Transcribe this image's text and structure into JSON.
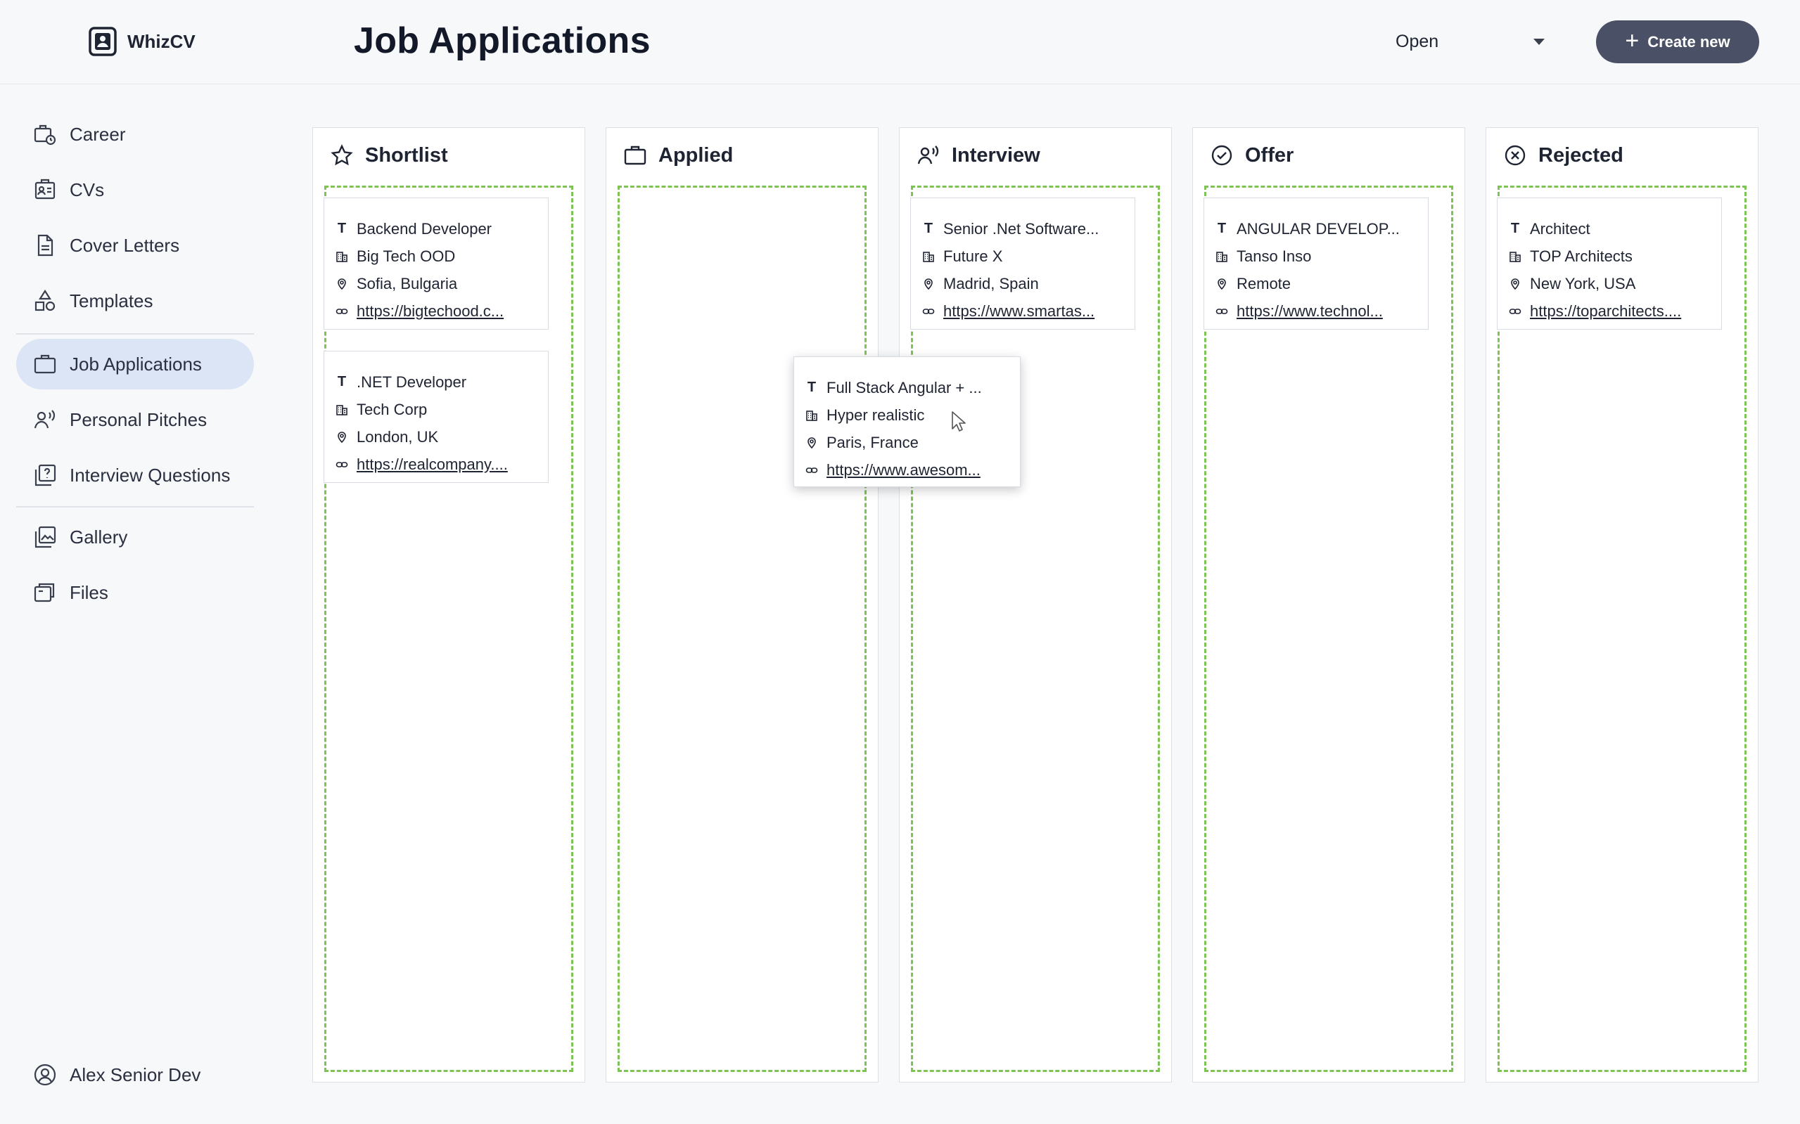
{
  "app": {
    "name": "WhizCV"
  },
  "header": {
    "title": "Job Applications",
    "status_filter": "Open",
    "create_label": "Create new"
  },
  "sidebar": {
    "items": [
      {
        "label": "Career",
        "icon": "career-icon"
      },
      {
        "label": "CVs",
        "icon": "cv-icon"
      },
      {
        "label": "Cover Letters",
        "icon": "document-icon"
      },
      {
        "label": "Templates",
        "icon": "shapes-icon"
      },
      {
        "label": "Job Applications",
        "icon": "briefcase-icon",
        "active": true
      },
      {
        "label": "Personal Pitches",
        "icon": "speaking-person-icon"
      },
      {
        "label": "Interview Questions",
        "icon": "question-icon"
      },
      {
        "label": "Gallery",
        "icon": "gallery-icon"
      },
      {
        "label": "Files",
        "icon": "files-icon"
      }
    ],
    "user": "Alex Senior Dev"
  },
  "columns": [
    {
      "title": "Shortlist",
      "icon": "star-icon",
      "cards": [
        {
          "title": "Backend Developer",
          "company": "Big Tech OOD",
          "location": "Sofia, Bulgaria",
          "url": "https://bigtechood.c..."
        },
        {
          "title": ".NET Developer",
          "company": "Tech Corp",
          "location": "London, UK",
          "url": "https://realcompany...."
        }
      ]
    },
    {
      "title": "Applied",
      "icon": "briefcase-icon",
      "cards": []
    },
    {
      "title": "Interview",
      "icon": "speaking-person-icon",
      "cards": [
        {
          "title": "Senior .Net Software...",
          "company": "Future X",
          "location": "Madrid, Spain",
          "url": "https://www.smartas..."
        }
      ]
    },
    {
      "title": "Offer",
      "icon": "check-circle-icon",
      "cards": [
        {
          "title": "ANGULAR DEVELOP...",
          "company": "Tanso Inso",
          "location": "Remote",
          "url": "https://www.technol..."
        }
      ]
    },
    {
      "title": "Rejected",
      "icon": "x-circle-icon",
      "cards": [
        {
          "title": "Architect",
          "company": "TOP Architects",
          "location": "New York, USA",
          "url": "https://toparchitects...."
        }
      ]
    }
  ],
  "dragging_card": {
    "title": "Full Stack Angular + ...",
    "company": "Hyper realistic",
    "location": "Paris, France",
    "url": "https://www.awesom..."
  },
  "colors": {
    "accent": "#4a5065",
    "active_nav": "#dbe5f6",
    "dropzone": "#7ec455"
  }
}
